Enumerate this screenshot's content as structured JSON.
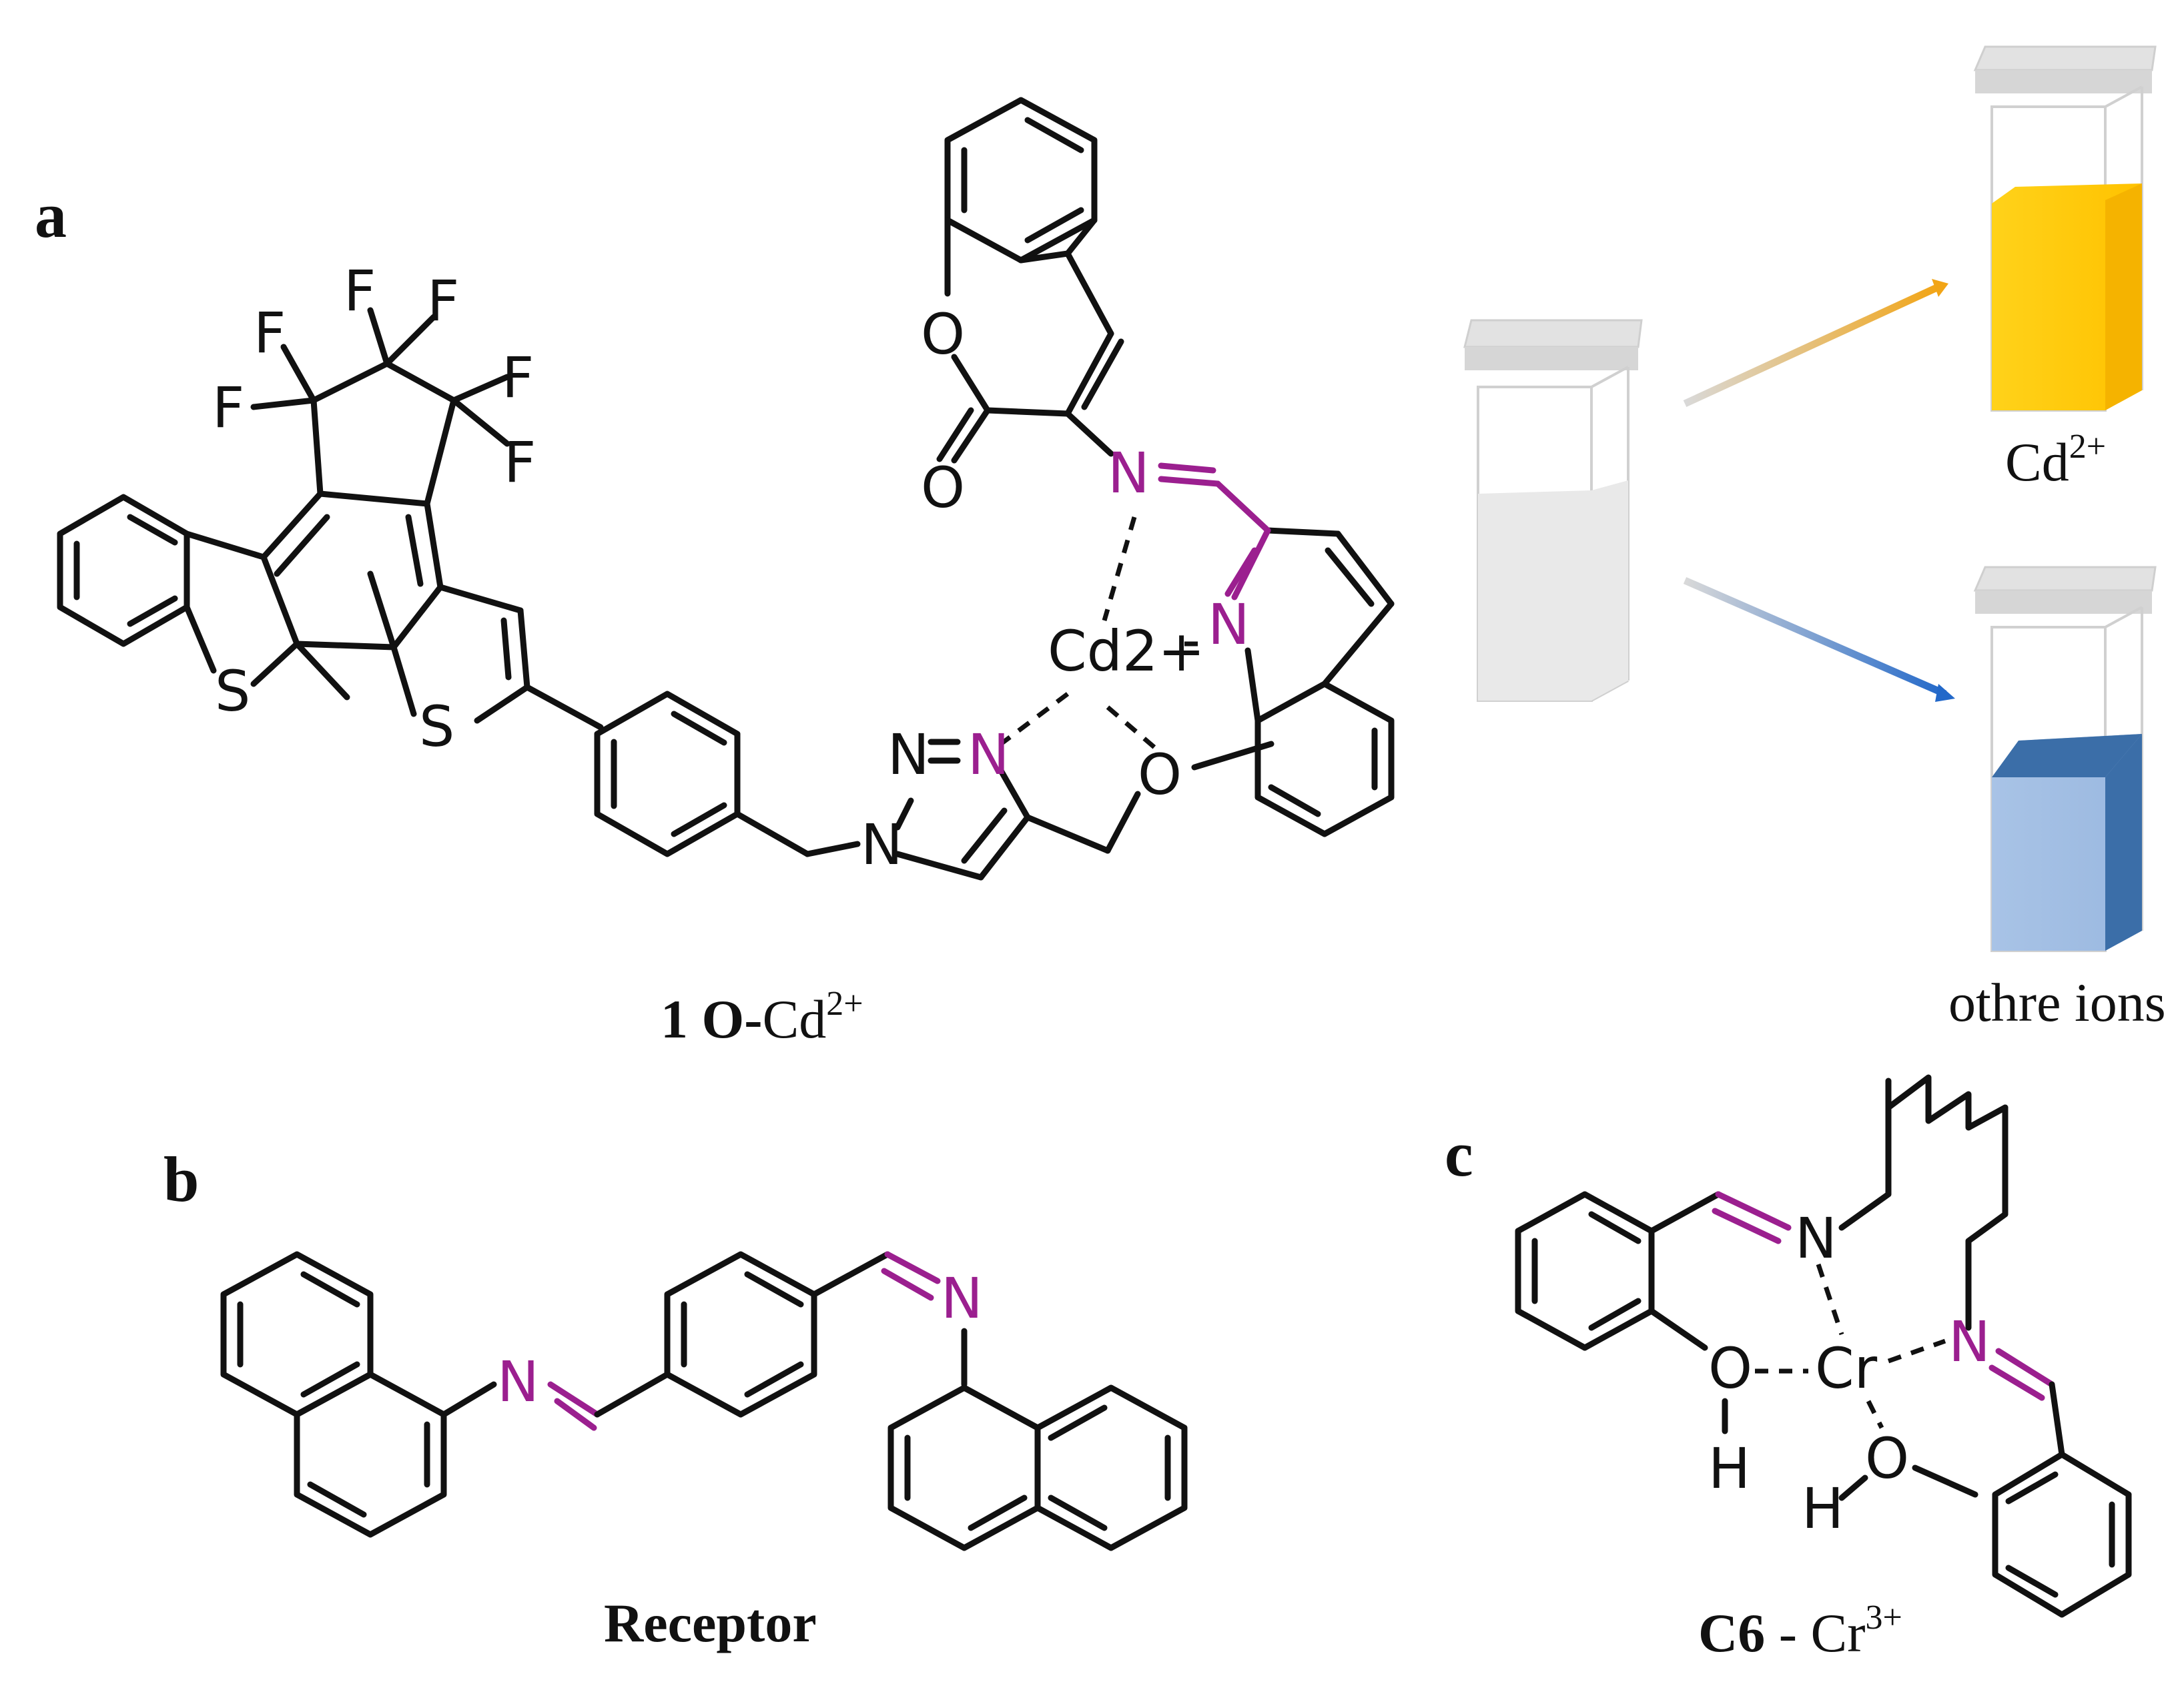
{
  "panels": {
    "a": "a",
    "b": "b",
    "c": "c"
  },
  "atoms": {
    "F": "F",
    "S": "S",
    "O": "O",
    "N": "N",
    "H": "H",
    "Cd_ion": "Cd2+",
    "Cr": "Cr"
  },
  "captions": {
    "a_num": "1",
    "a_name": " O-",
    "a_metal": "Cd",
    "a_charge": "2+",
    "b_name": "Receptor",
    "c_name": "C6",
    "c_sep": " - Cr",
    "c_charge": "3+"
  },
  "cuvettes": {
    "top_label": "Cd",
    "top_charge": "2+",
    "bottom_label": "othre ions"
  },
  "colors": {
    "imine_nitrogen": "#9b1f8f",
    "cd_solution": "#ffcc00",
    "other_solution": "#3b6ea8",
    "arrow_top": "#f2a516",
    "arrow_bottom": "#2268c9"
  }
}
